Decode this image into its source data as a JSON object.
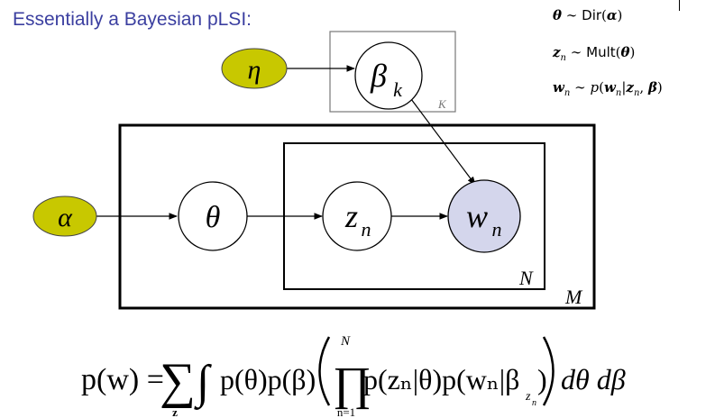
{
  "header": {
    "title": "Essentially a Bayesian pLSI:"
  },
  "generative_process": {
    "line1_lhs": "θ",
    "line1_rel": "∼",
    "line1_dist": "Dir",
    "line1_arg": "α",
    "line2_lhs": "z",
    "line2_sub": "n",
    "line2_rel": "∼",
    "line2_dist": "Mult",
    "line2_arg": "θ",
    "line3_lhs": "w",
    "line3_sub": "n",
    "line3_rel": "∼",
    "line3_dist": "p",
    "line3_arg_w": "w",
    "line3_arg_z": "z",
    "line3_arg_beta": "β"
  },
  "graph": {
    "nodes": {
      "eta": "η",
      "beta": "β",
      "beta_sub": "k",
      "alpha": "α",
      "theta": "θ",
      "z": "z",
      "z_sub": "n",
      "w": "w",
      "w_sub": "n"
    },
    "plates": {
      "topics": "K",
      "words": "N",
      "docs": "M"
    }
  },
  "equation": {
    "lhs": "p(w) =",
    "sum_sub": "z",
    "prod_top": "N",
    "prod_bottom": "n=1",
    "prior_terms": "p(θ)p(β)",
    "body_terms": "p(zₙ|θ)p(wₙ|β",
    "beta_sub": "z",
    "beta_subsub": "n",
    "differentials": "dθ dβ"
  },
  "colors": {
    "heading": "#3b3fa0",
    "hyper_fill": "#c8c800",
    "observed_fill": "#d4d6ec"
  }
}
